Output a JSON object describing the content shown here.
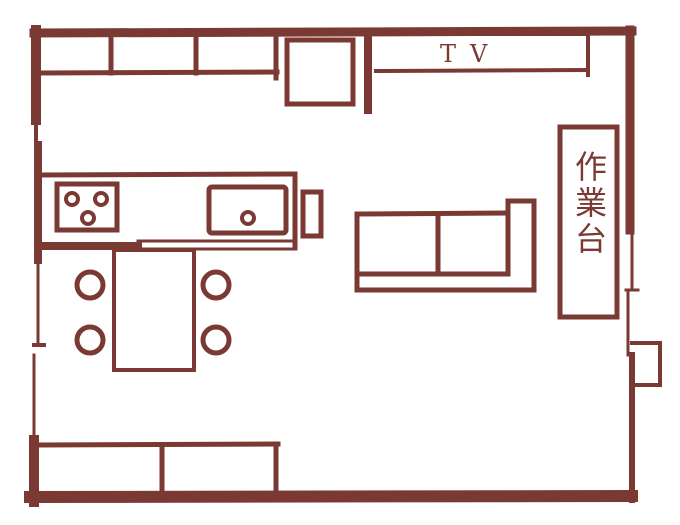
{
  "diagram": {
    "type": "floor-plan",
    "ink_color": "#7a3a33",
    "background": "#ffffff",
    "labels": {
      "tv": "TV",
      "worktable": "作業台"
    },
    "elements": [
      {
        "id": "top-cabinets",
        "description": "Wall cabinets along top-left wall (3 units)"
      },
      {
        "id": "fridge",
        "description": "Square appliance / refrigerator beside top cabinets"
      },
      {
        "id": "tv-stand",
        "description": "TV cabinet along top-right wall",
        "label": "TV"
      },
      {
        "id": "kitchen-counter",
        "description": "Kitchen counter with 3-burner stove and sink"
      },
      {
        "id": "trash-bin",
        "description": "Small box beside sink end of counter"
      },
      {
        "id": "dining-table",
        "description": "Rectangular dining table with 4 round stools"
      },
      {
        "id": "sofa",
        "description": "L-shaped two-seat sofa"
      },
      {
        "id": "worktable",
        "description": "Tall narrow work table along right wall",
        "label": "作業台"
      },
      {
        "id": "bottom-cabinets",
        "description": "Low cabinets along bottom-left wall (2 units)"
      },
      {
        "id": "right-door",
        "description": "Door opening on right wall with small exterior step"
      },
      {
        "id": "left-door",
        "description": "Door opening on left wall"
      }
    ]
  }
}
